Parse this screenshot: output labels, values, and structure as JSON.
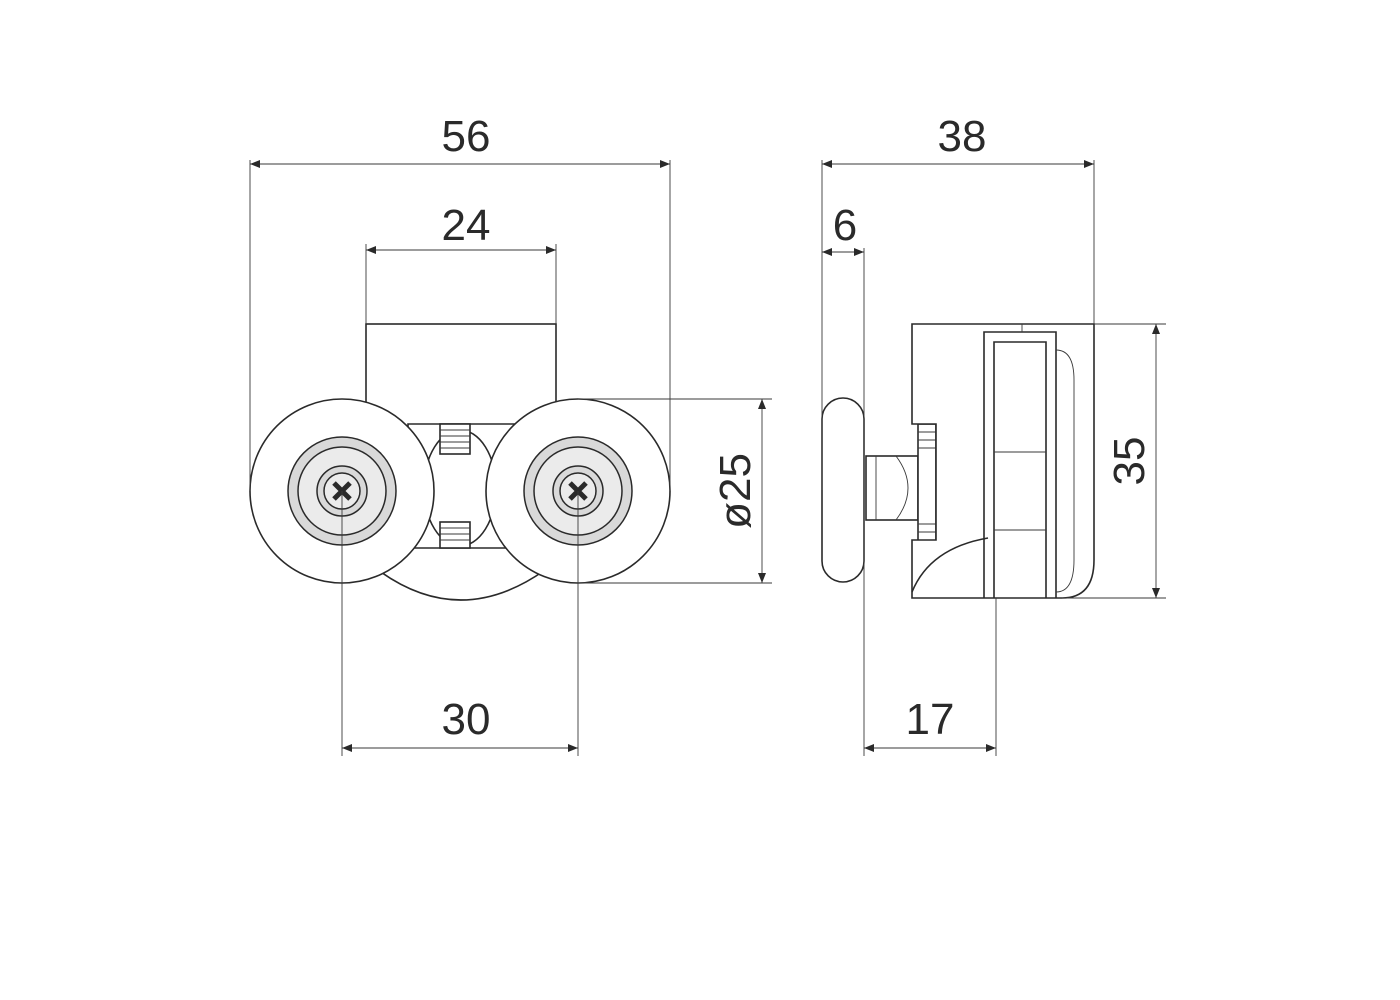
{
  "dimensions": {
    "overall_width": "56",
    "body_width": "24",
    "wheel_spacing": "30",
    "wheel_diameter": "ø25",
    "side_overall_depth": "38",
    "wheel_thickness": "6",
    "glass_offset": "17",
    "side_height": "35"
  }
}
